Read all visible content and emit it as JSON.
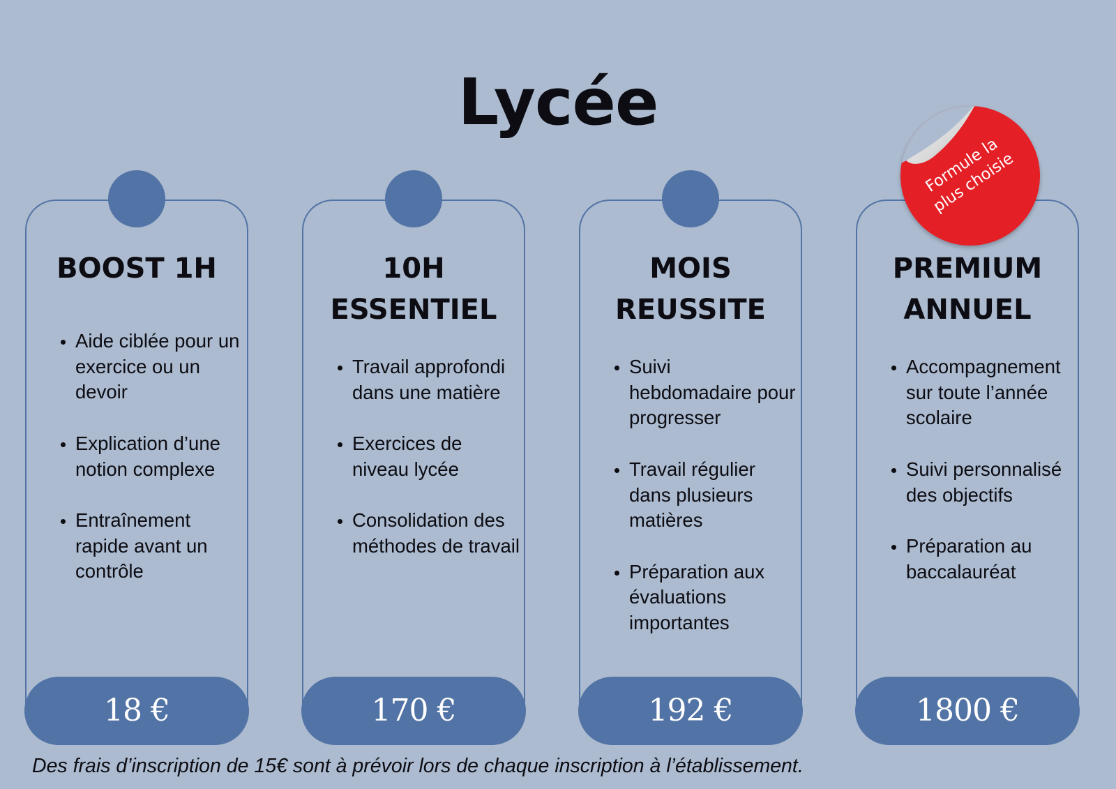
{
  "page": {
    "title": "Lycée"
  },
  "plans": [
    {
      "title": "BOOST 1H",
      "features": [
        " Aide ciblée pour un exercice ou un devoir",
        "Explication d’une notion complexe",
        " Entraînement rapide avant un contrôle"
      ],
      "price": "18 €"
    },
    {
      "title": "10H\nESSENTIEL",
      "features": [
        "Travail approfondi dans une matière",
        " Exercices de niveau lycée",
        " Consolidation des méthodes de travail"
      ],
      "price": "170 €"
    },
    {
      "title": "MOIS\nREUSSITE",
      "features": [
        "Suivi hebdomadaire pour progresser",
        " Travail régulier dans plusieurs matières",
        "Préparation aux évaluations importantes"
      ],
      "price": "192  €"
    },
    {
      "title": "PREMIUM\nANNUEL",
      "features": [
        "Accompagnement sur toute l’année scolaire",
        " Suivi personnalisé des objectifs",
        " Préparation au baccalauréat"
      ],
      "price": "1800 €"
    }
  ],
  "badge": {
    "text": "Formule la\nplus choisie"
  },
  "footnote": "Des frais d’inscription de 15€ sont à prévoir lors de chaque inscription à l’établissement.",
  "colors": {
    "background": "#acbbd0",
    "accent": "#5273a5",
    "badge": "#e51f26",
    "text": "#0c0c12"
  }
}
